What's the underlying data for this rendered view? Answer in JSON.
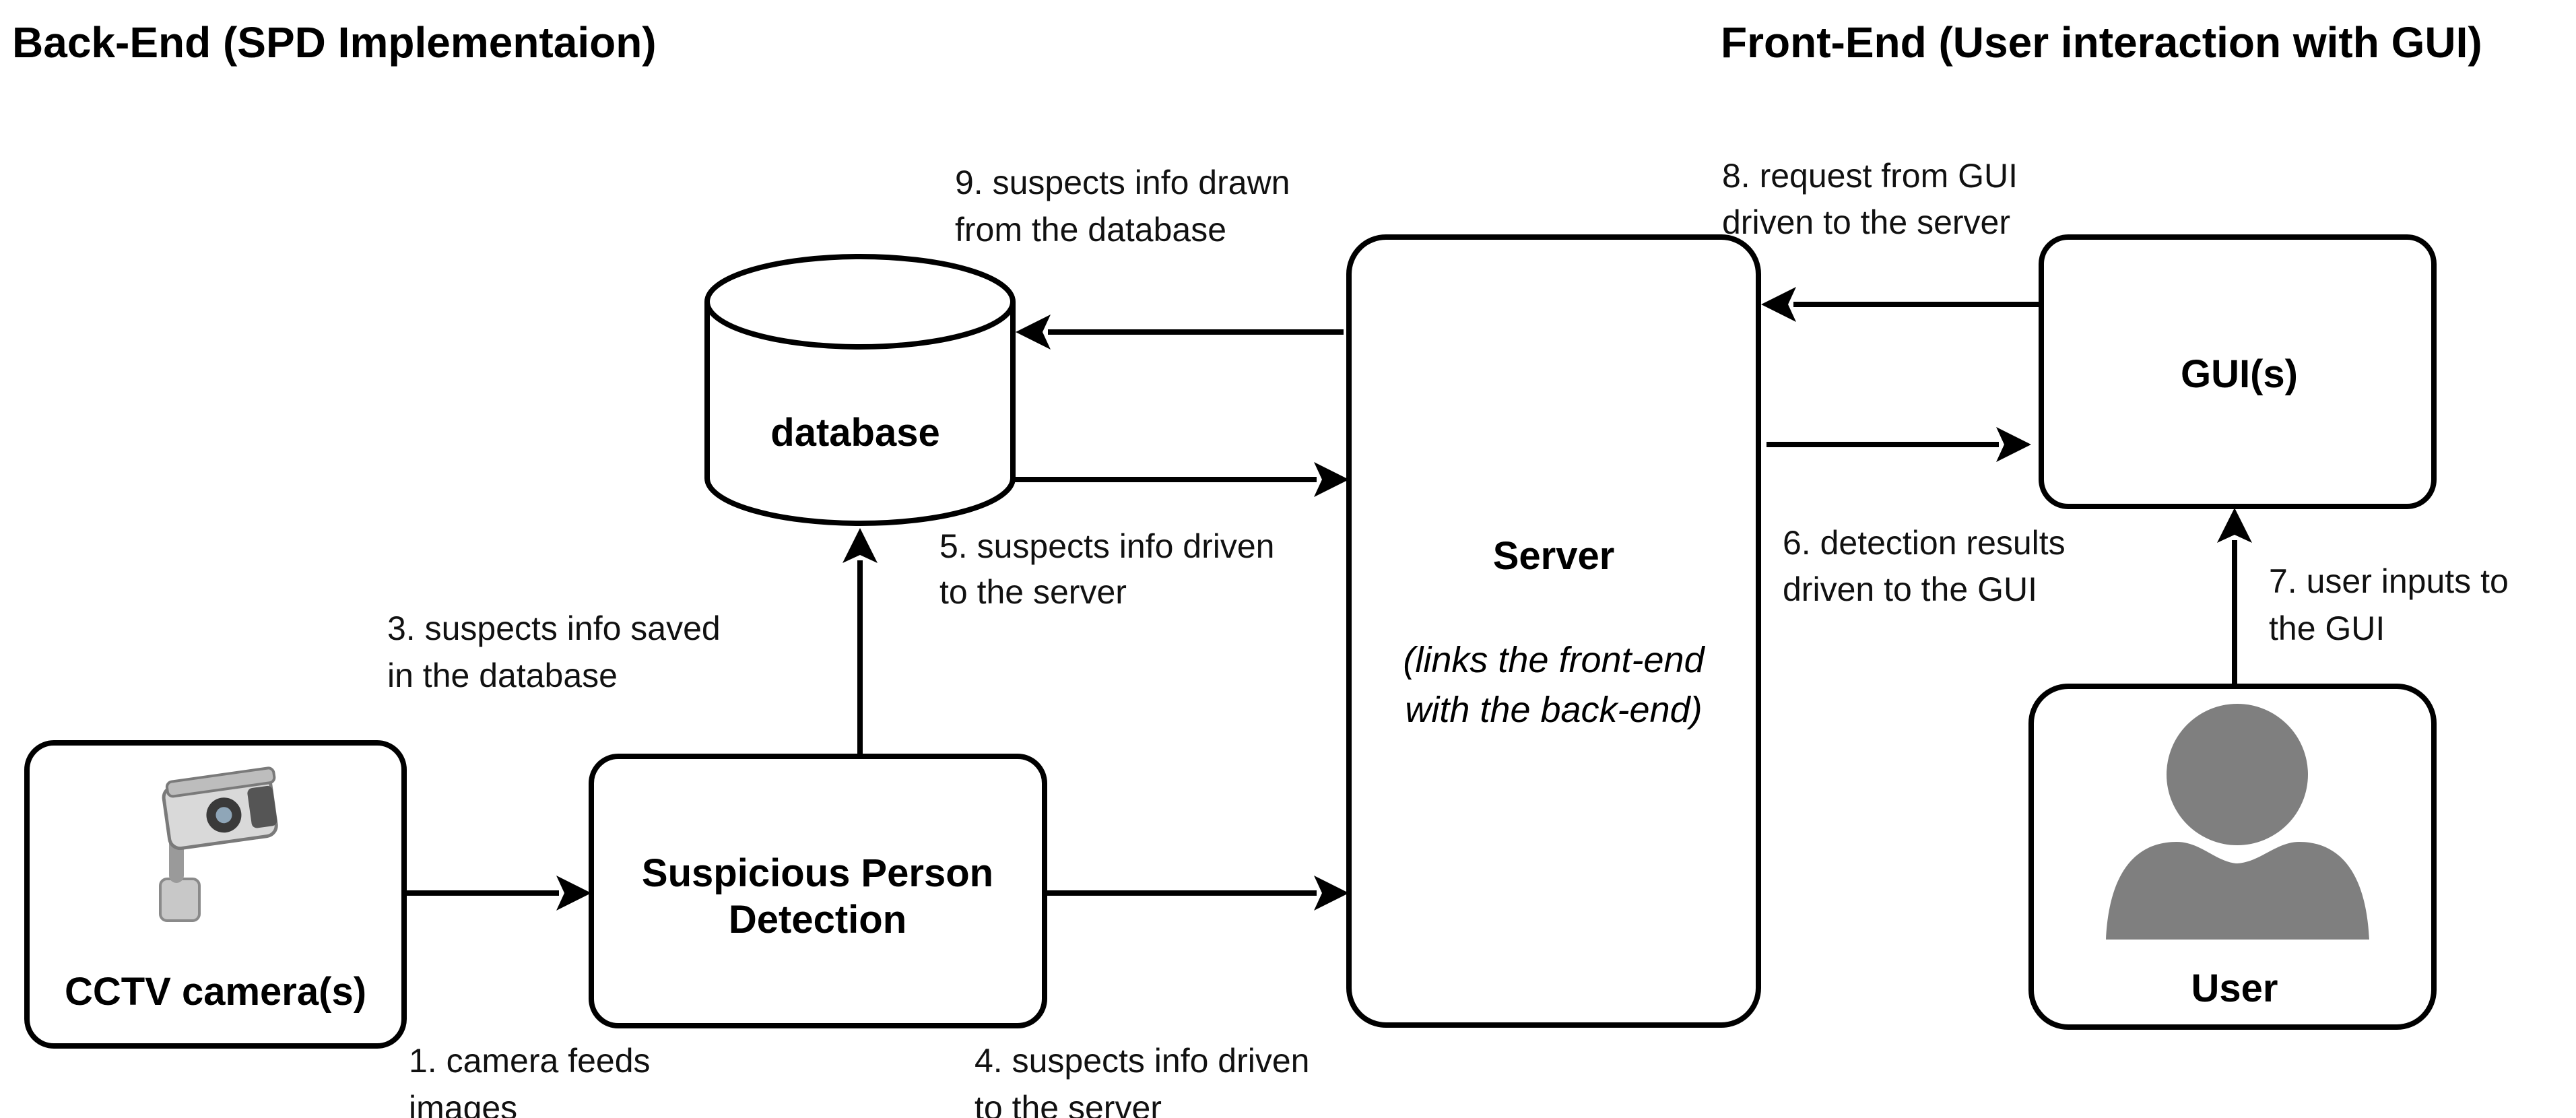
{
  "headings": {
    "back_end": "Back-End (SPD Implementaion)",
    "front_end": "Front-End (User interaction with GUI)"
  },
  "nodes": {
    "database": {
      "label": "database"
    },
    "server": {
      "label": "Server",
      "sub_line1": "(links the front-end",
      "sub_line2": "with the back-end)"
    },
    "gui": {
      "label": "GUI(s)"
    },
    "cctv": {
      "label": "CCTV camera(s)",
      "icon": "cctv-camera-icon"
    },
    "spd": {
      "line1": "Suspicious Person",
      "line2": "Detection"
    },
    "user": {
      "label": "User",
      "icon": "user-silhouette-icon"
    }
  },
  "edges": {
    "e1": {
      "line1": "1. camera feeds",
      "line2": "images"
    },
    "e3": {
      "line1": "3. suspects info saved",
      "line2": "in the database"
    },
    "e4": {
      "line1": "4. suspects info driven",
      "line2": "to the server"
    },
    "e5": {
      "line1": "5. suspects info driven",
      "line2": "to the server"
    },
    "e6": {
      "line1": "6. detection results",
      "line2": "driven to the GUI"
    },
    "e7": {
      "line1": "7. user inputs to",
      "line2": "the GUI"
    },
    "e8": {
      "line1": "8. request from GUI",
      "line2": "driven to the server"
    },
    "e9": {
      "line1": "9. suspects info drawn",
      "line2": "from the database"
    }
  },
  "colors": {
    "stroke": "#000000",
    "text": "#111111",
    "user_icon": "#7f7f7f",
    "background": "#ffffff"
  }
}
